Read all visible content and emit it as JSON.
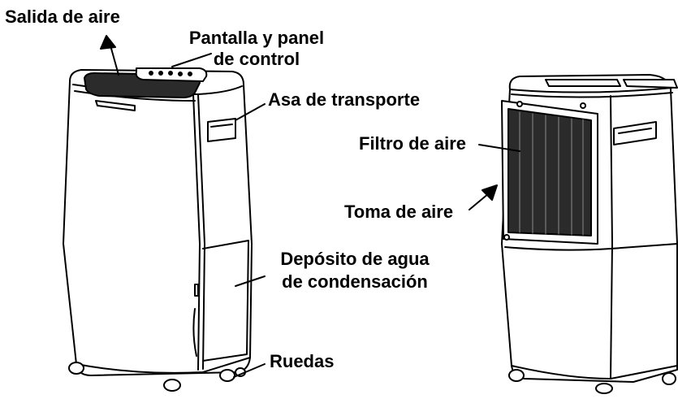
{
  "labels": {
    "air_outlet": "Salida de aire",
    "display_panel_line1": "Pantalla y panel",
    "display_panel_line2": "de control",
    "handle": "Asa de transporte",
    "water_tank_line1": "Depósito de agua",
    "water_tank_line2": "de condensación",
    "wheels": "Ruedas",
    "air_filter": "Filtro de aire",
    "air_inlet": "Toma de aire"
  },
  "colors": {
    "line": "#000000",
    "fill": "#ffffff",
    "dark": "#2b2b2b"
  }
}
